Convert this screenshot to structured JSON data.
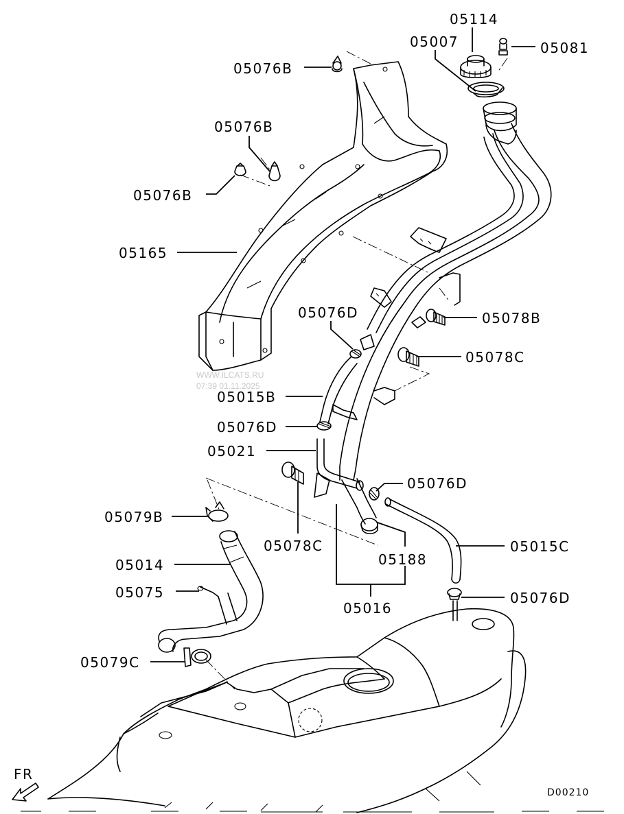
{
  "parts": [
    {
      "id": "p05114",
      "label": "05114"
    },
    {
      "id": "p05007",
      "label": "05007"
    },
    {
      "id": "p05081",
      "label": "05081"
    },
    {
      "id": "p05076b_top",
      "label": "05076B"
    },
    {
      "id": "p05076b_mid",
      "label": "05076B"
    },
    {
      "id": "p05076b_left",
      "label": "05076B"
    },
    {
      "id": "p05165",
      "label": "05165"
    },
    {
      "id": "p05076d_upper",
      "label": "05076D"
    },
    {
      "id": "p05078b",
      "label": "05078B"
    },
    {
      "id": "p05078c_right",
      "label": "05078C"
    },
    {
      "id": "p05015b",
      "label": "05015B"
    },
    {
      "id": "p05076d_left",
      "label": "05076D"
    },
    {
      "id": "p05021",
      "label": "05021"
    },
    {
      "id": "p05076d_right",
      "label": "05076D"
    },
    {
      "id": "p05079b",
      "label": "05079B"
    },
    {
      "id": "p05078c_lower",
      "label": "05078C"
    },
    {
      "id": "p05015c",
      "label": "05015C"
    },
    {
      "id": "p05014",
      "label": "05014"
    },
    {
      "id": "p05188",
      "label": "05188"
    },
    {
      "id": "p05075",
      "label": "05075"
    },
    {
      "id": "p05076d_bottom",
      "label": "05076D"
    },
    {
      "id": "p05016",
      "label": "05016"
    },
    {
      "id": "p05079c",
      "label": "05079C"
    }
  ],
  "direction_marker": "FR",
  "diagram_code": "D00210",
  "watermark": {
    "line1": "WWW.ILCATS.RU",
    "line2": "07:39 01.11.2025"
  }
}
